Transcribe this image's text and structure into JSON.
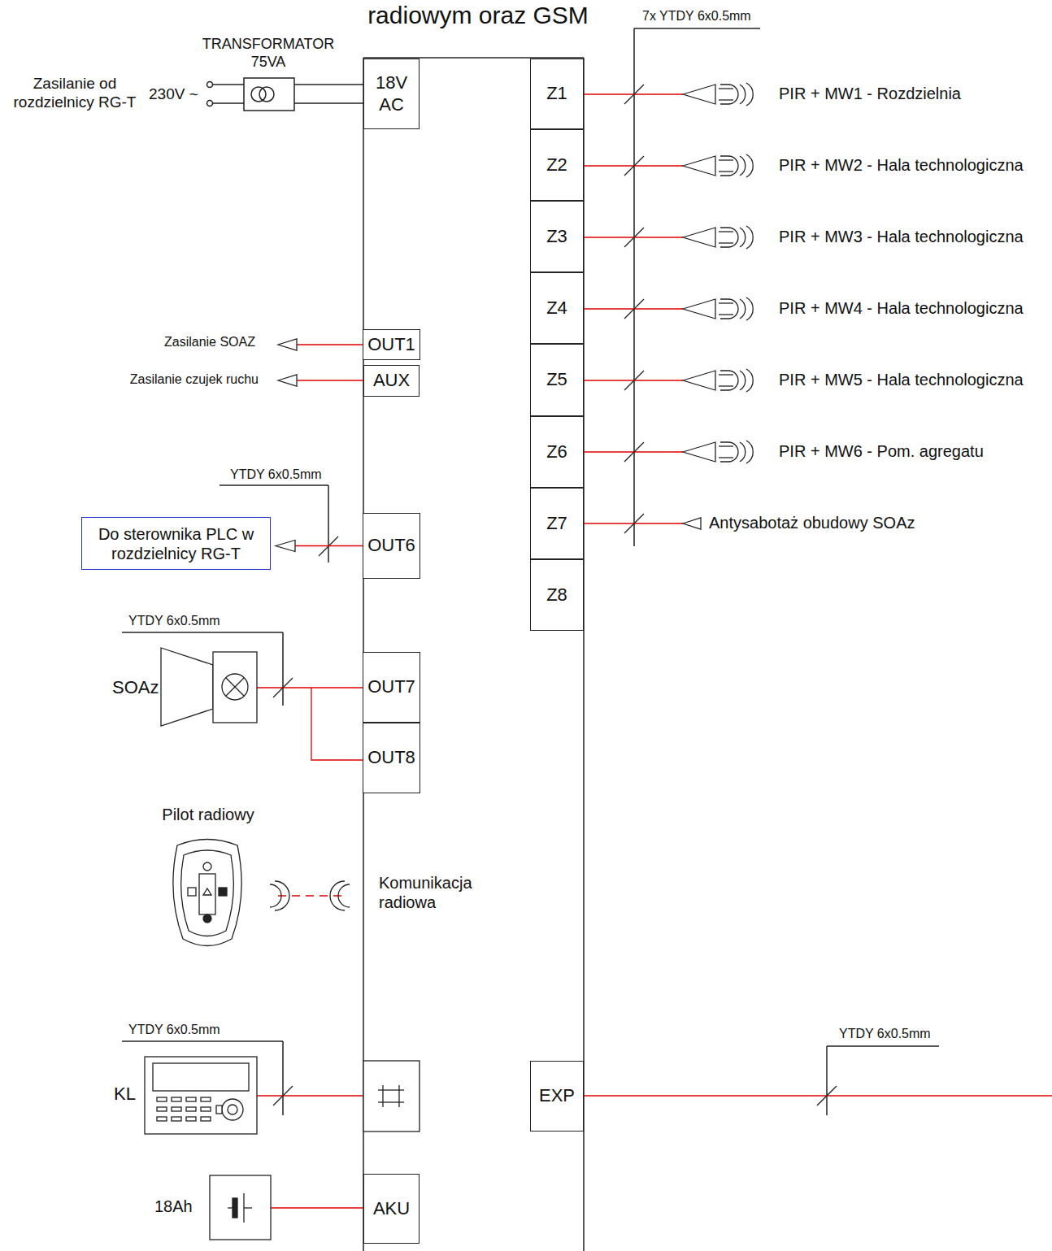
{
  "diagram": {
    "title": "radiowym oraz GSM",
    "nodes": [
      {
        "text": [
          "18V AC"
        ]
      },
      {
        "text": [
          "Z1"
        ]
      },
      {
        "text": [
          "Z2"
        ]
      },
      {
        "text": [
          "Z3"
        ]
      },
      {
        "text": [
          "Z4"
        ]
      },
      {
        "text": [
          "Z5"
        ]
      },
      {
        "text": [
          "Z6"
        ]
      },
      {
        "text": [
          "Z7"
        ]
      },
      {
        "text": [
          "Z8"
        ]
      },
      {
        "text": [
          "OUT1"
        ]
      },
      {
        "text": [
          "AUX"
        ]
      },
      {
        "text": [
          "Do sterownika PLC w rozdzielnicy RG-T"
        ]
      },
      {
        "text": [
          "OUT6"
        ]
      },
      {
        "text": [
          "OUT7"
        ]
      },
      {
        "text": [
          "OUT8"
        ]
      },
      {
        "text": [
          "EXP"
        ]
      },
      {
        "text": [
          "AKU"
        ]
      }
    ],
    "edges": [
      {
        "from": 12,
        "to": 11,
        "arrow": "to"
      }
    ],
    "labels": [
      "Zasilanie od rozdzielnicy RG-T",
      "230V ~",
      "TRANSFORMATOR 75VA",
      "7x YTDY 6x0.5mm",
      "PIR + MW1 - Rozdzielnia",
      "PIR + MW2 - Hala technologiczna",
      "PIR + MW3 - Hala technologiczna",
      "PIR + MW4 - Hala technologiczna",
      "PIR + MW5 - Hala technologiczna",
      "PIR + MW6 - Pom. agregatu",
      "Antysabotaż obudowy SOAz",
      "Zasilanie SOAZ",
      "Zasilanie czujek ruchu",
      "YTDY 6x0.5mm",
      "SOAz",
      "YTDY 6x0.5mm",
      "Pilot radiowy",
      "Komunikacja radiowa",
      "YTDY 6x0.5mm",
      "KL",
      "YTDY 6x0.5mm",
      "18Ah"
    ]
  }
}
